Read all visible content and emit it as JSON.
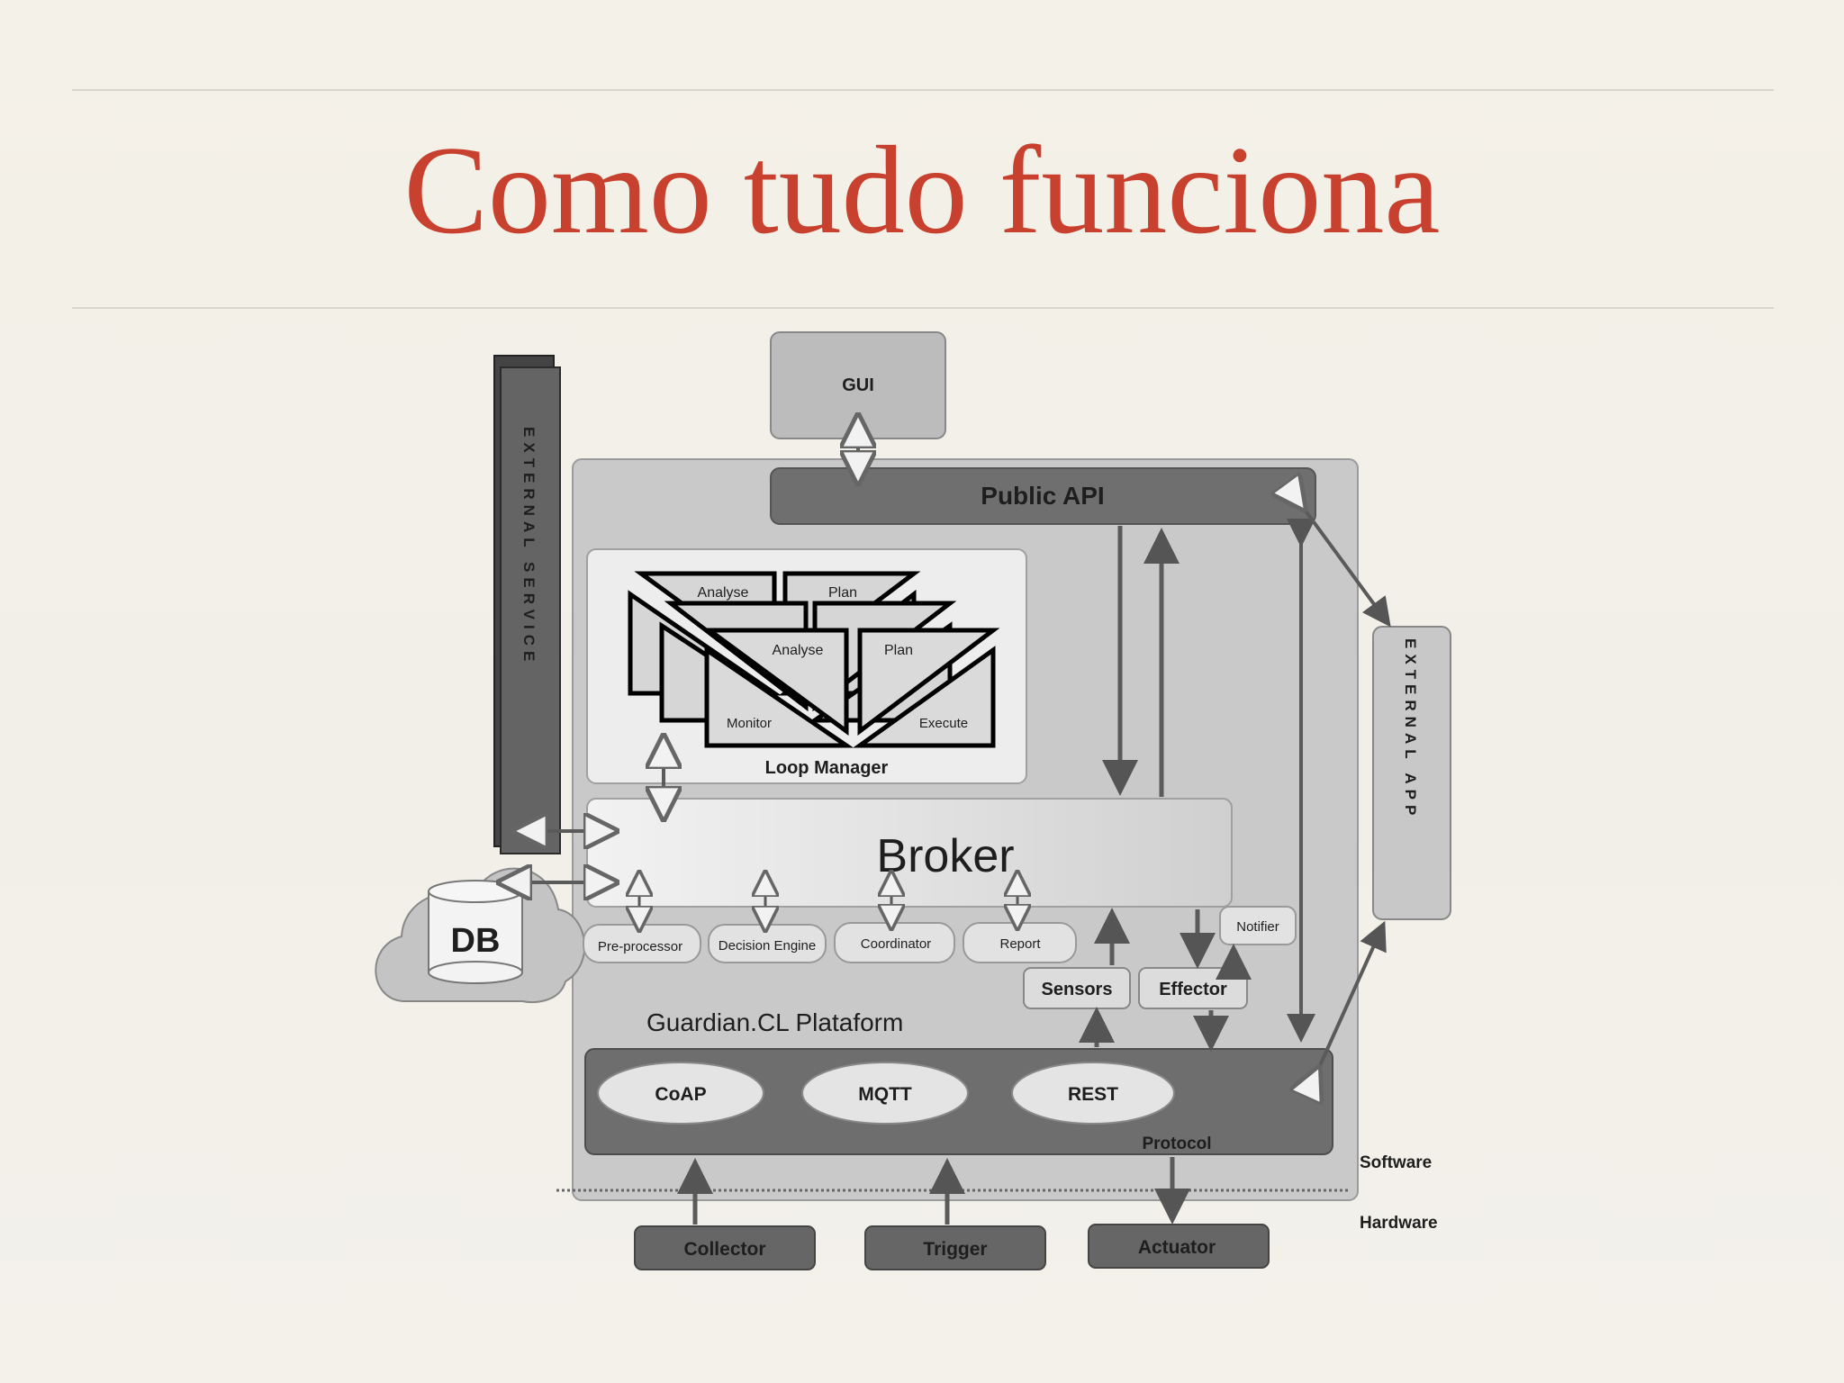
{
  "slide": {
    "title": "Como tudo funciona"
  },
  "diagram": {
    "gui": "GUI",
    "public_api": "Public API",
    "external_service": "EXTERNAL SERVICE",
    "external_app": "EXTERNAL APP",
    "loop_manager": {
      "label": "Loop Manager",
      "stages": [
        "Analyse",
        "Plan",
        "Monitor",
        "Execute"
      ]
    },
    "broker": "Broker",
    "db": "DB",
    "modules": [
      "Pre-processor",
      "Decision Engine",
      "Coordinator",
      "Report"
    ],
    "notifier": "Notifier",
    "sensors": "Sensors",
    "effector": "Effector",
    "platform": "Guardian.CL Plataform",
    "protocols": [
      "CoAP",
      "MQTT",
      "REST"
    ],
    "protocol_label": "Protocol",
    "software": "Software",
    "hardware": "Hardware",
    "devices": [
      "Collector",
      "Trigger",
      "Actuator"
    ]
  }
}
